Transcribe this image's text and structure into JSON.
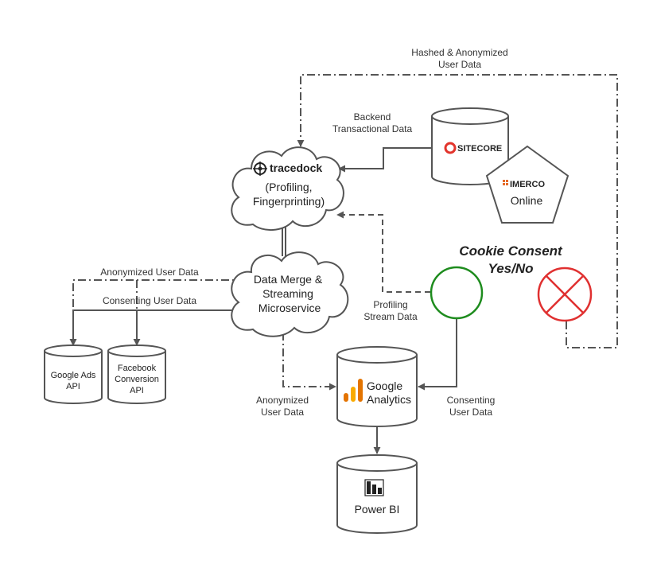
{
  "edge_labels": {
    "hashed_line1": "Hashed & Anonymized",
    "hashed_line2": "User Data",
    "backend_line1": "Backend",
    "backend_line2": "Transactional Data",
    "anon_user_data": "Anonymized User Data",
    "consenting_user_data": "Consenting User Data",
    "profiling_line1": "Profiling",
    "profiling_line2": "Stream Data",
    "anon_ga_line1": "Anonymized",
    "anon_ga_line2": "User Data",
    "consenting_ga_line1": "Consenting",
    "consenting_ga_line2": "User Data"
  },
  "nodes": {
    "tracedock": {
      "logo": "tracedock",
      "line1": "(Profiling,",
      "line2": "Fingerprinting)"
    },
    "merge": {
      "line1": "Data Merge &",
      "line2": "Streaming",
      "line3": "Microservice"
    },
    "sitecore": {
      "logo": "SITECORE"
    },
    "imerco": {
      "logo": "IMERCO",
      "line2": "Online"
    },
    "google_ads": {
      "line1": "Google Ads",
      "line2": "API"
    },
    "facebook": {
      "line1": "Facebook",
      "line2": "Conversion",
      "line3": "API"
    },
    "google_analytics": {
      "line1": "Google",
      "line2": "Analytics"
    },
    "power_bi": {
      "label": "Power BI"
    }
  },
  "consent": {
    "line1": "Cookie Consent",
    "line2": "Yes/No",
    "yes_color": "#1e8c1e",
    "no_color": "#e03030"
  }
}
